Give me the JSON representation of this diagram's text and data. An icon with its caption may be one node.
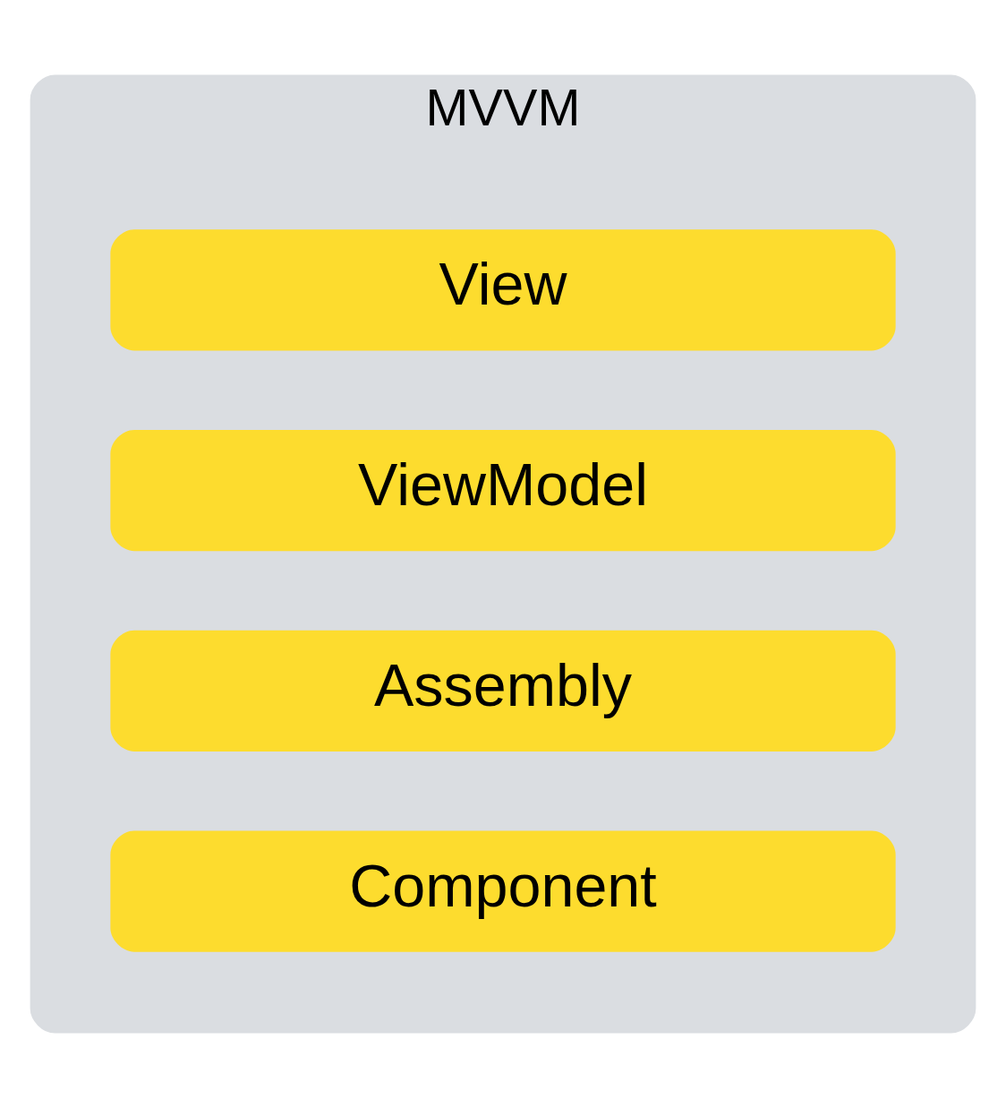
{
  "diagram": {
    "nodes": [
      {
        "text": [
          "MVVM"
        ]
      },
      {
        "text": [
          "View"
        ],
        "in": 0
      },
      {
        "text": [
          "ViewModel"
        ],
        "in": 0
      },
      {
        "text": [
          "Assembly"
        ],
        "in": 0
      },
      {
        "text": [
          "Component"
        ],
        "in": 0
      }
    ],
    "edges": []
  }
}
